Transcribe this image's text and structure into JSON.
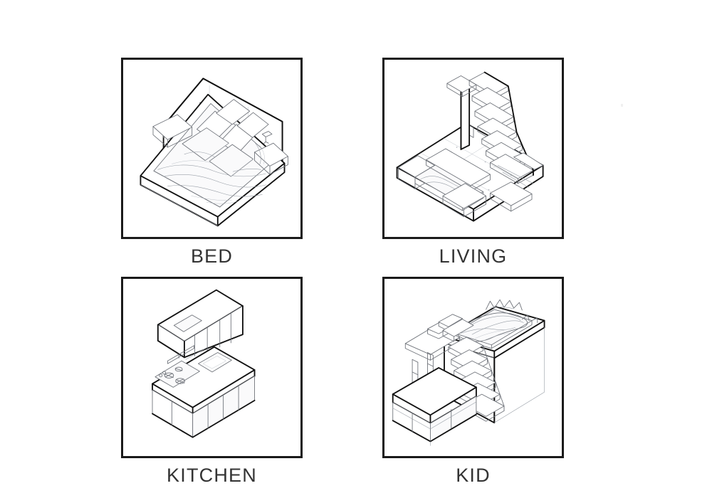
{
  "sheet": {
    "background_color": "#ffffff",
    "frame_border_color": "#1a1a1a",
    "line_color": "#6f737a",
    "caption_color": "#333333",
    "columns": 2,
    "rows": 2
  },
  "panels": [
    {
      "id": "bed",
      "caption": "BED",
      "icon_name": "isometric-bedroom-module",
      "description": "Isometric platform bed with upholstered headboard, two wall lamps, four pillows, duvet and two nightstands"
    },
    {
      "id": "living",
      "caption": "LIVING",
      "icon_name": "isometric-living-room-module",
      "description": "Isometric living room platform with tiled floor, sectional sofa and open staircase of eight treads"
    },
    {
      "id": "kitchen",
      "caption": "KITCHEN",
      "icon_name": "isometric-kitchen-module",
      "description": "Isometric kitchen with upper wall cabinets, lower base cabinets, cooktop with four burners and a sink"
    },
    {
      "id": "kid",
      "caption": "KID",
      "icon_name": "isometric-kids-room-module",
      "description": "Isometric kids room loft with bed on upper level, staircase, shelving and lower storage bench"
    }
  ]
}
